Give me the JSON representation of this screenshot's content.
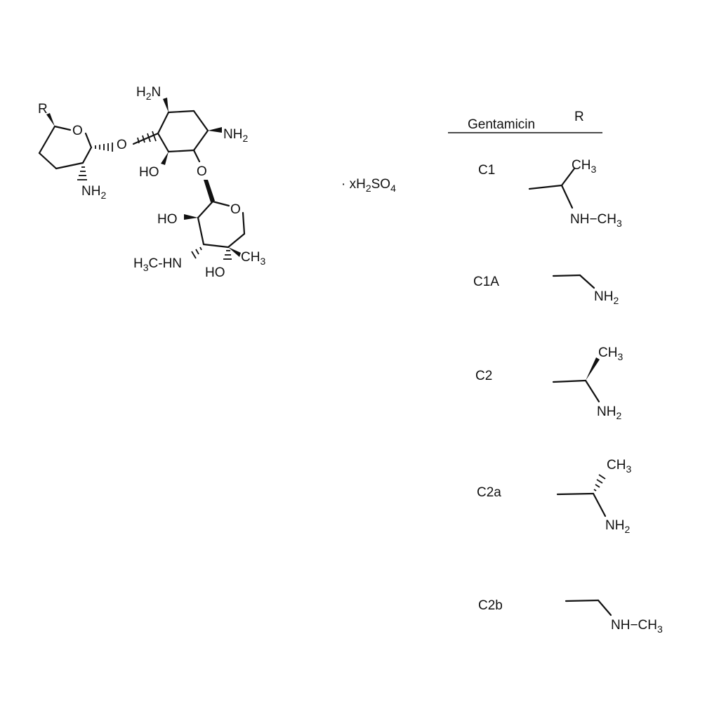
{
  "structure": {
    "r_label": "R",
    "ring_oxygen": "O",
    "link_oxygen_1": "O",
    "link_oxygen_2": "O",
    "ring_oxygen_2": "O",
    "amine_top": [
      "H",
      "2",
      "N"
    ],
    "amine_right": [
      "NH",
      "2"
    ],
    "amine_left": [
      "NH",
      "2"
    ],
    "hydroxyl_mid": "HO",
    "hydroxyl_lower": "HO",
    "methylamino": [
      "H",
      "3",
      "C-HN"
    ],
    "hydroxyl_bottom": "HO",
    "methyl": [
      "CH",
      "3"
    ]
  },
  "salt": {
    "parts": [
      "· xH",
      "2",
      "SO",
      "4"
    ]
  },
  "table": {
    "header_name": "Gentamicin",
    "header_r": "R",
    "rows": [
      {
        "name": "C1",
        "labels": [
          [
            "CH",
            "3"
          ],
          [
            "NH−CH",
            "3"
          ]
        ]
      },
      {
        "name": "C1A",
        "labels": [
          [
            "NH",
            "2"
          ]
        ]
      },
      {
        "name": "C2",
        "labels": [
          [
            "CH",
            "3"
          ],
          [
            "NH",
            "2"
          ]
        ]
      },
      {
        "name": "C2a",
        "labels": [
          [
            "CH",
            "3"
          ],
          [
            "NH",
            "2"
          ]
        ]
      },
      {
        "name": "C2b",
        "labels": [
          [
            "NH−CH",
            "3"
          ]
        ]
      }
    ]
  }
}
